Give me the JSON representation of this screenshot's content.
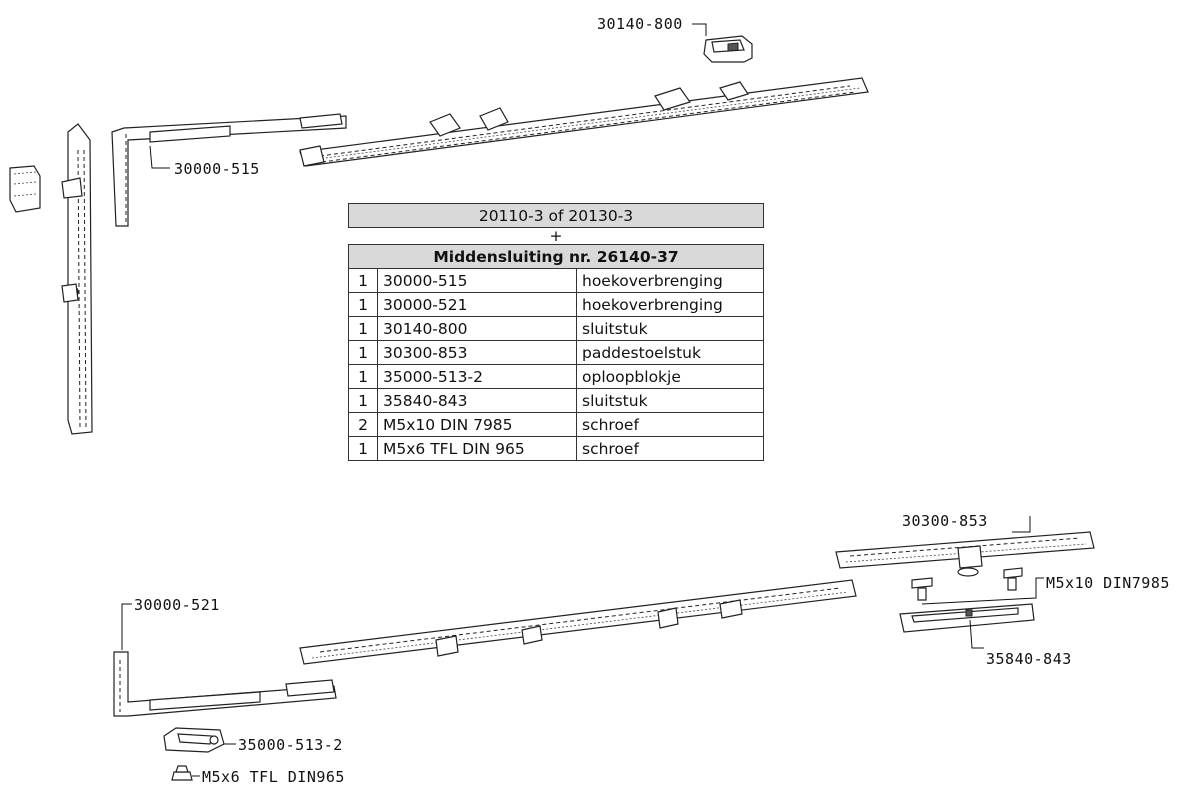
{
  "table": {
    "header1": "20110-3 of 20130-3",
    "plus": "+",
    "header2": "Middensluiting nr. 26140-37",
    "rows": [
      {
        "qty": "1",
        "code": "30000-515",
        "desc": "hoekoverbrenging"
      },
      {
        "qty": "1",
        "code": "30000-521",
        "desc": "hoekoverbrenging"
      },
      {
        "qty": "1",
        "code": "30140-800",
        "desc": "sluitstuk"
      },
      {
        "qty": "1",
        "code": "30300-853",
        "desc": "paddestoelstuk"
      },
      {
        "qty": "1",
        "code": "35000-513-2",
        "desc": "oploopblokje"
      },
      {
        "qty": "1",
        "code": "35840-843",
        "desc": "sluitstuk"
      },
      {
        "qty": "2",
        "code": "M5x10 DIN 7985",
        "desc": "schroef"
      },
      {
        "qty": "1",
        "code": "M5x6 TFL DIN 965",
        "desc": "schroef"
      }
    ]
  },
  "callouts": {
    "c30140_800": "30140-800",
    "c30000_515": "30000-515",
    "c30300_853": "30300-853",
    "cM5x10": "M5x10 DIN7985",
    "c35840_843": "35840-843",
    "c30000_521": "30000-521",
    "c35000_513_2": "35000-513-2",
    "cM5x6": "M5x6 TFL DIN965"
  },
  "colors": {
    "line": "#222222",
    "header_fill": "#d9d9d9",
    "background": "#ffffff"
  }
}
